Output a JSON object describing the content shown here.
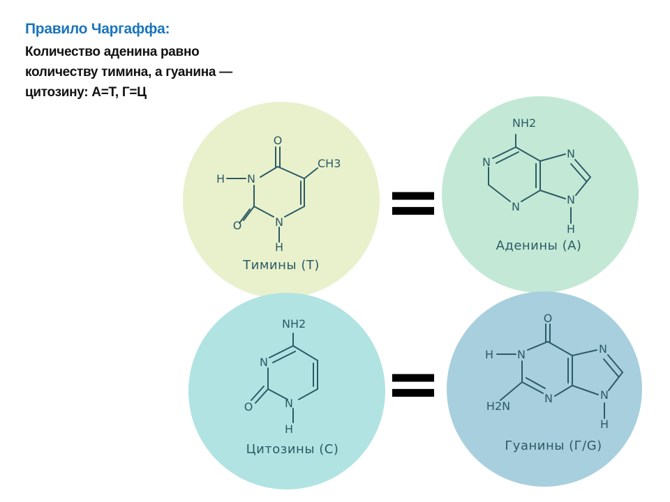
{
  "title": "Правило Чаргаффа:",
  "statement_lines": [
    "Количество аденина равно",
    "количеству тимина, а гуанина  —",
    "цитозину: А=Т, Г=Ц"
  ],
  "equals_sign": "=",
  "colors": {
    "title": "#1b75bb",
    "thymine_circle": "#e8f1cc",
    "adenine_circle": "#c3e9d6",
    "cytosine_circle": "#b1e3e3",
    "guanine_circle": "#a8cfdd",
    "structure_ink": "#2c5a64"
  },
  "molecules": {
    "thymine": {
      "caption": "Тимины (Т)",
      "atoms": {
        "o_top": "O",
        "ch3": "CH3",
        "h_left": "H",
        "n_left": "N",
        "o_bottom": "O",
        "n_bottom": "N",
        "h_bottom": "H"
      }
    },
    "adenine": {
      "caption": "Аденины (А)",
      "atoms": {
        "nh2": "NH2",
        "n1": "N",
        "n3": "N",
        "n7": "N",
        "n9": "N",
        "h9": "H"
      }
    },
    "cytosine": {
      "caption": "Цитозины (С)",
      "atoms": {
        "nh2": "NH2",
        "n3": "N",
        "o": "O",
        "n1": "N",
        "h1": "H"
      }
    },
    "guanine": {
      "caption": "Гуанины (Г/G)",
      "atoms": {
        "o": "O",
        "h1": "H",
        "n1": "N",
        "n7": "N",
        "nh2": "H2N",
        "n3": "N",
        "n9": "N",
        "h9": "H"
      }
    }
  }
}
